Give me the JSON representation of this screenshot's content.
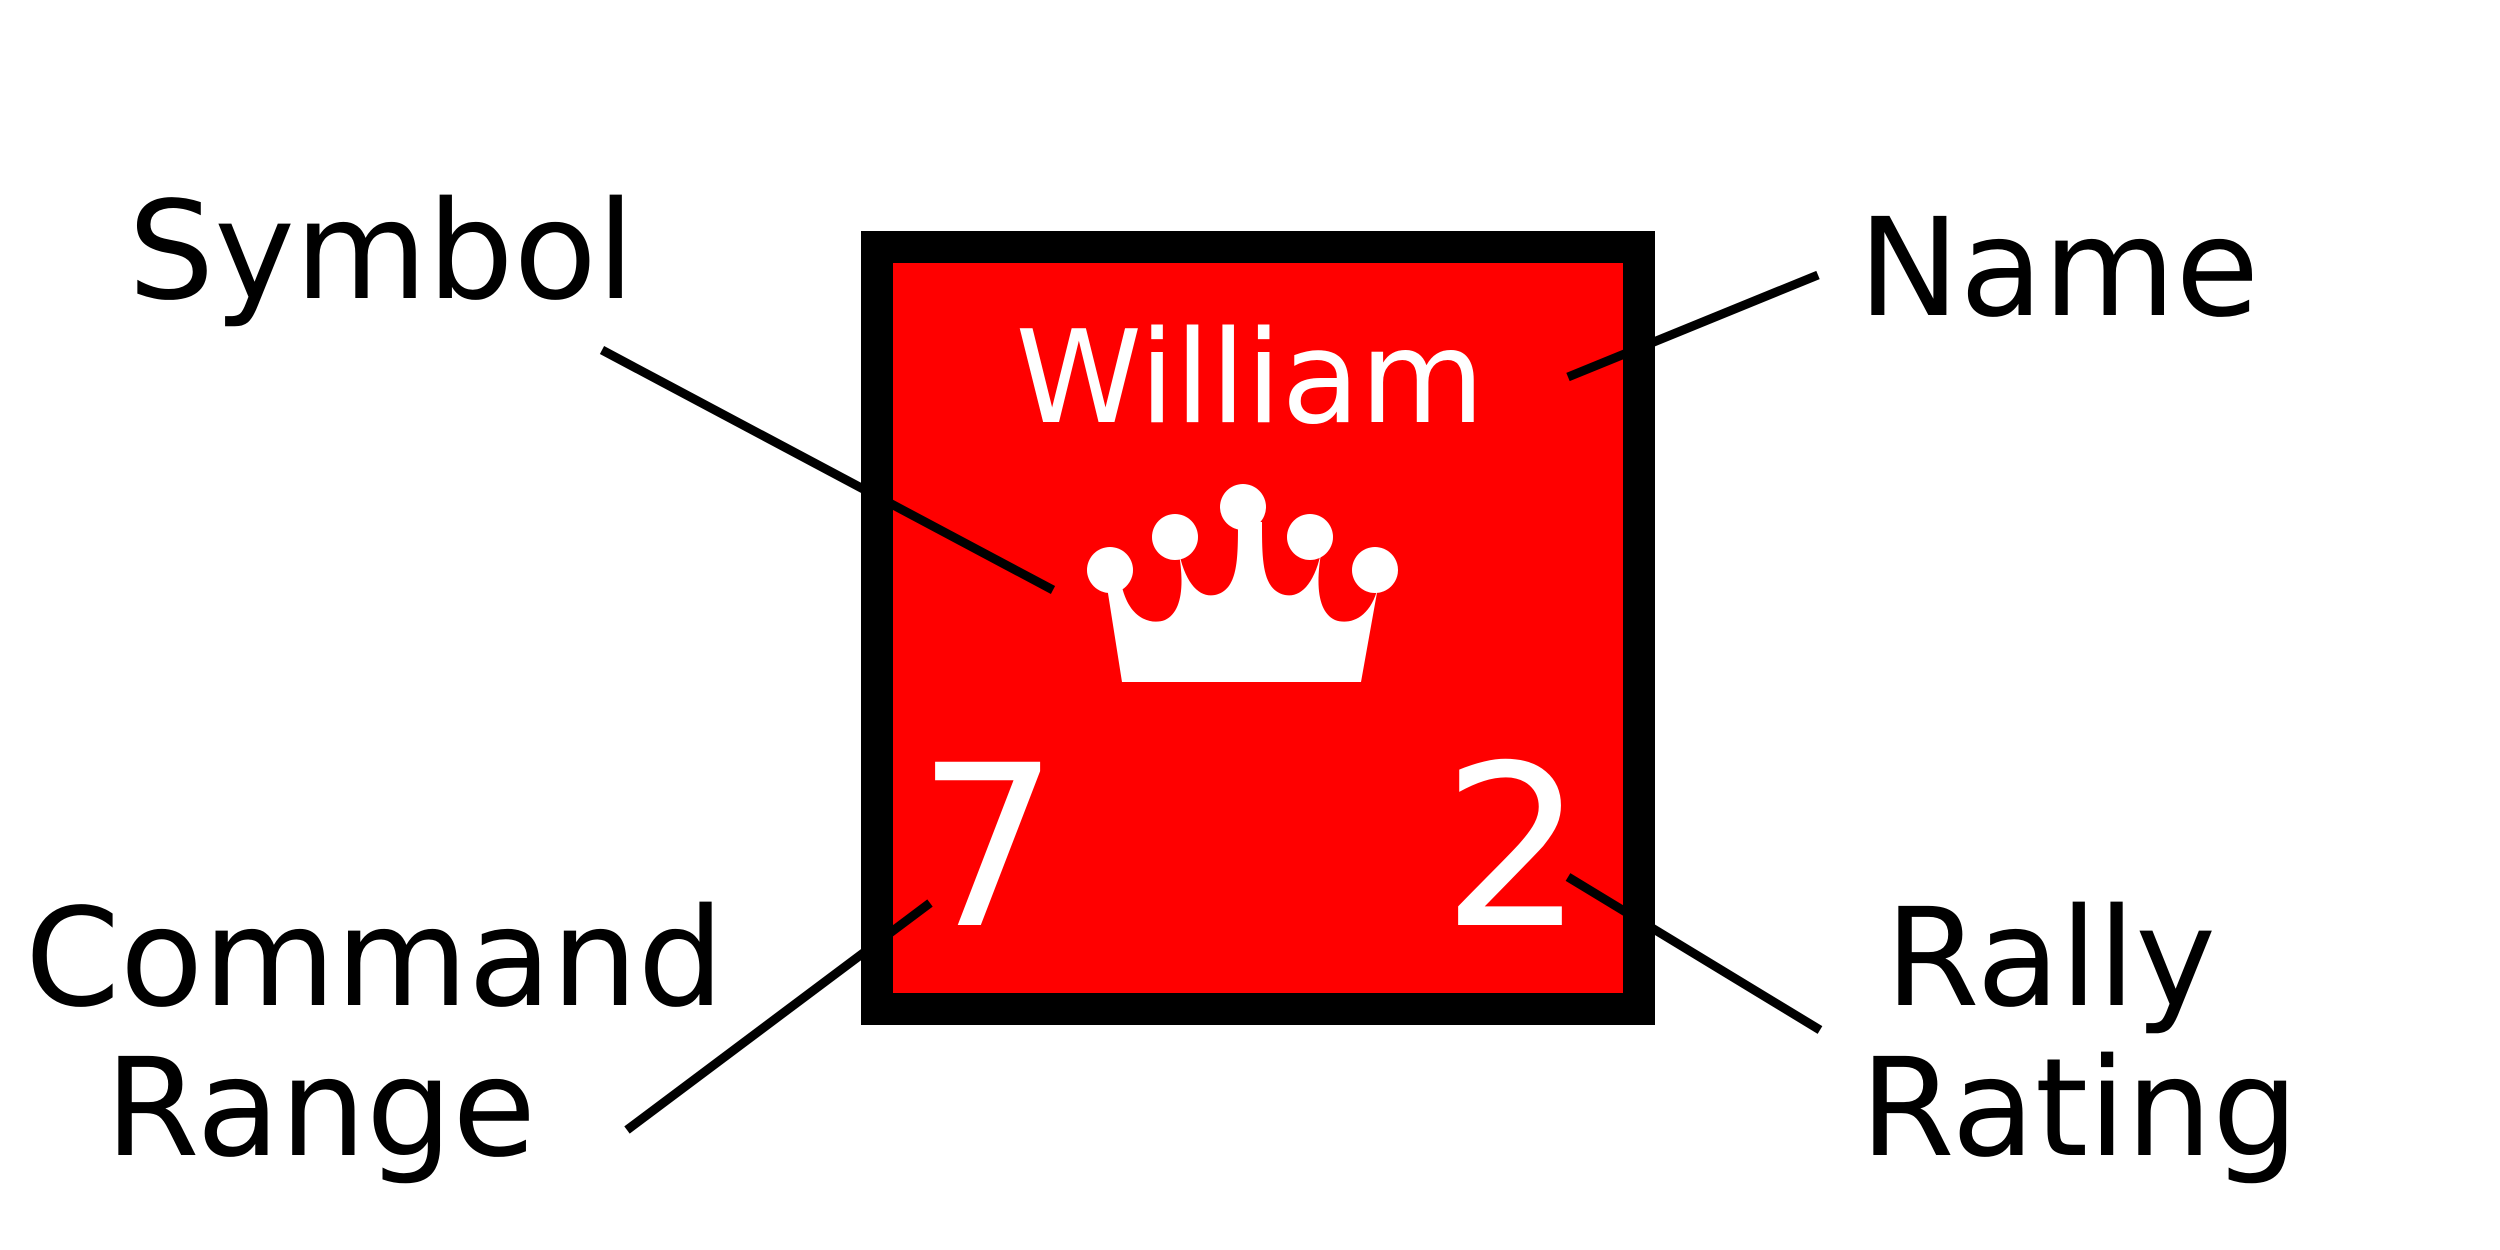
{
  "counter": {
    "name": "William",
    "symbol_icon": "crown-icon",
    "command_range": "7",
    "rally_rating": "2",
    "fill_color": "#ff0000",
    "border_color": "#000000",
    "text_color": "#ffffff"
  },
  "callouts": {
    "symbol": "Symbol",
    "name": "Name",
    "command_range_line1": "Command",
    "command_range_line2": "Range",
    "rally_rating_line1": "Rally",
    "rally_rating_line2": "Rating"
  },
  "colors": {
    "leader_line": "#000000",
    "label_text": "#000000"
  }
}
